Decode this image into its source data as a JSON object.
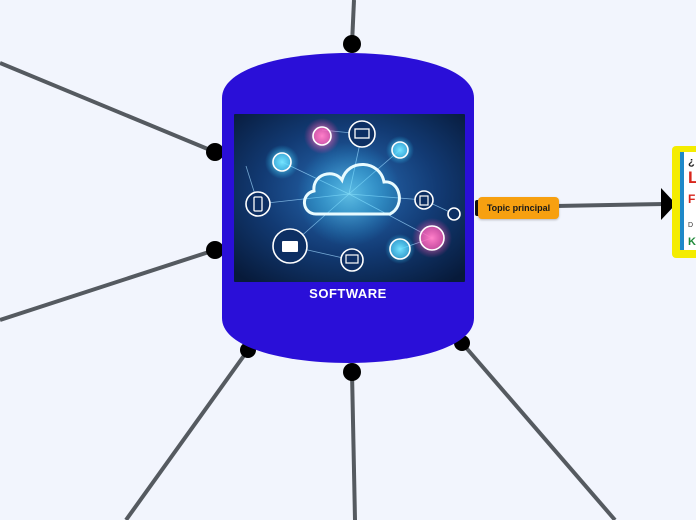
{
  "central_topic": {
    "label": "SOFTWARE",
    "fill": "#2a0fd8",
    "image_subject": "cloud computing network illustration"
  },
  "topic_node": {
    "label": "Topic principal",
    "fill": "#f7a010"
  },
  "image_card": {
    "border": "#f4ec00",
    "lines": [
      "¿",
      "L",
      "F",
      "D",
      "K"
    ]
  },
  "connectors": {
    "color": "#555a60",
    "endpoint_color": "#000000"
  }
}
